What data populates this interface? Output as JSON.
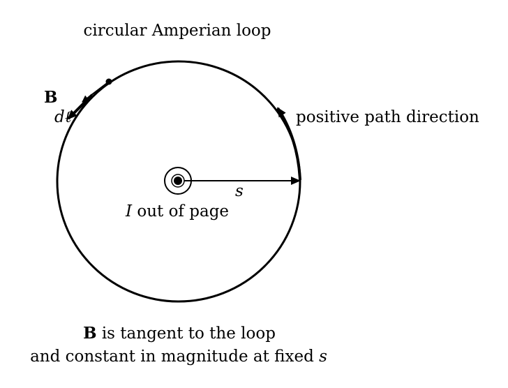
{
  "loop_label": "circular Amperian loop",
  "direction_label": "positive path direction",
  "field_label": "B",
  "element_label": "dℓ",
  "radius_label": "s",
  "current_label": {
    "symbol": "I",
    "text": " out of page"
  },
  "caption": {
    "line1": {
      "bold": "B",
      "text": " is tangent to the loop"
    },
    "line2": {
      "text": "and constant in magnitude at fixed ",
      "symbol": "s"
    }
  },
  "colors": {
    "ink": "#000000",
    "background": "#ffffff"
  }
}
